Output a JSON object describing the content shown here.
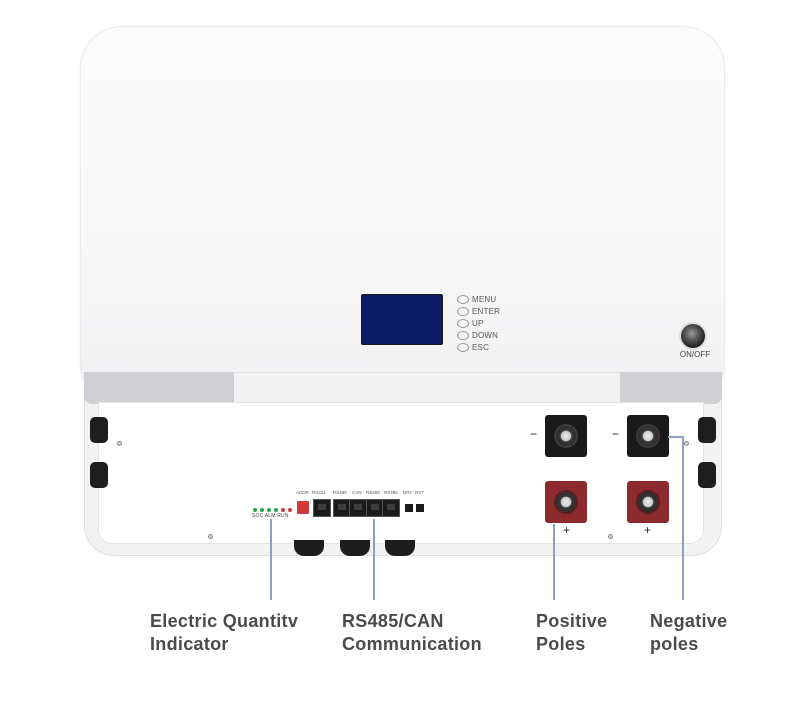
{
  "device": {
    "menu_buttons": [
      "MENU",
      "ENTER",
      "UP",
      "DOWN",
      "ESC"
    ],
    "power_label": "ON/OFF",
    "led_caption": "SOC ALM RUN",
    "port_labels": [
      "ADDR",
      "RS232",
      "RS485",
      "CAN",
      "RS485",
      "RS485",
      "DRY",
      "RST"
    ],
    "negative_sign": "−",
    "positive_sign": "+"
  },
  "colors": {
    "screen": "#0d1b66",
    "led_green": "#2fa24a",
    "led_red": "#d23a3a",
    "leader_line": "#8aa1c2",
    "terminal_red": "#8c2a2e",
    "caption_text": "#4a4a4a"
  },
  "callouts": [
    {
      "line1": "Electric Quantitv",
      "line2": "Indicator"
    },
    {
      "line1": "RS485/CAN",
      "line2": "Communication"
    },
    {
      "line1": "Positive",
      "line2": "Poles"
    },
    {
      "line1": "Negative",
      "line2": "poles"
    }
  ]
}
